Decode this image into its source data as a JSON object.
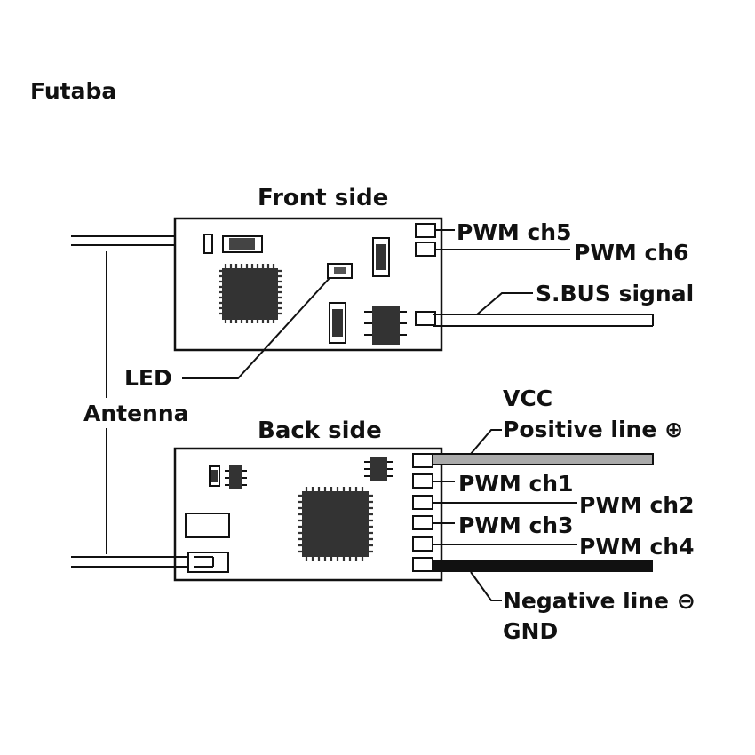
{
  "brand": {
    "logo_text": "Futaba",
    "logo_color": "#F07020"
  },
  "front": {
    "title": "Front side",
    "pwm5": "PWM ch5",
    "pwm6": "PWM ch6",
    "sbus": "S.BUS signal",
    "led": "LED"
  },
  "back": {
    "title": "Back side",
    "vcc": "VCC",
    "positive": "Positive line ⊕",
    "pwm1": "PWM ch1",
    "pwm2": "PWM ch2",
    "pwm3": "PWM ch3",
    "pwm4": "PWM ch4",
    "negative": "Negative line ⊖",
    "gnd": "GND"
  },
  "antenna": "Antenna",
  "colors": {
    "line": "#111111",
    "chip": "#333333",
    "positive_wire": "#aaaaaa",
    "negative_wire": "#111111"
  }
}
